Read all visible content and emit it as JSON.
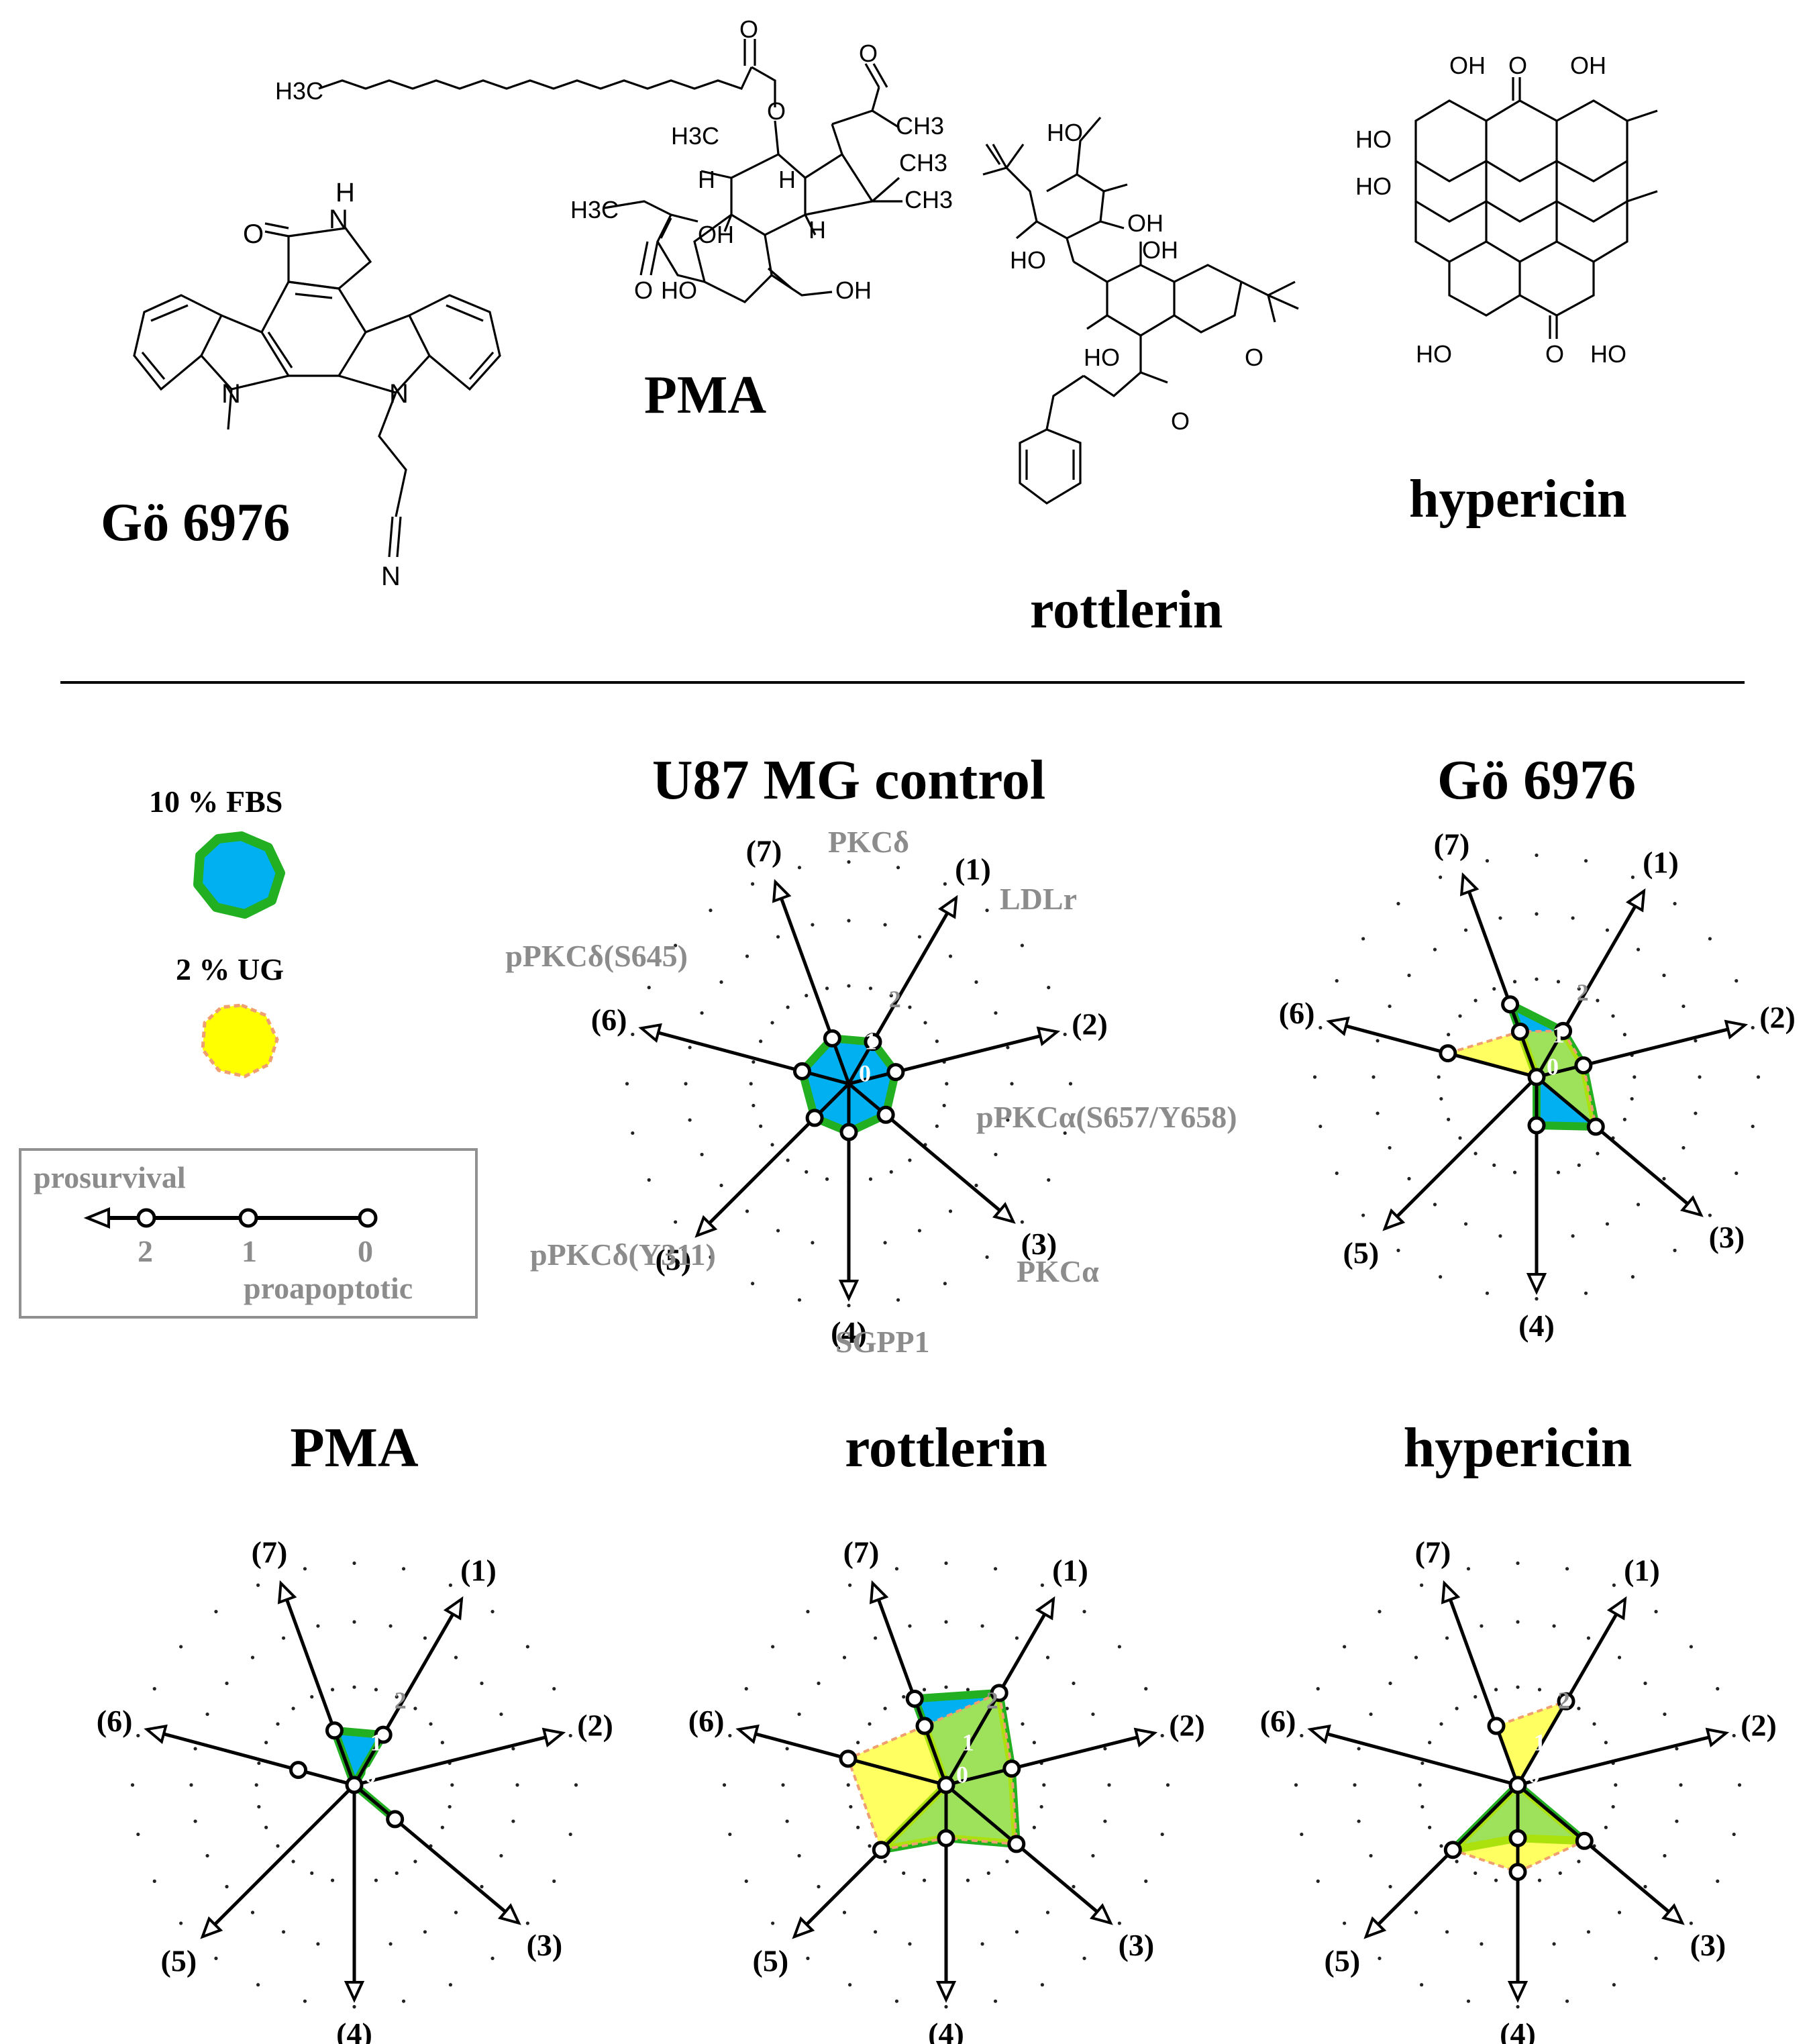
{
  "molecules": {
    "go6976": {
      "name": "Gö 6976"
    },
    "pma": {
      "name": "PMA"
    },
    "rottlerin": {
      "name": "rottlerin"
    },
    "hypericin": {
      "name": "hypericin"
    }
  },
  "atom_labels": {
    "go6976": [
      "H",
      "N",
      "O",
      "N",
      "N",
      "N"
    ],
    "pma": [
      "H3C",
      "O",
      "O",
      "O",
      "CH3",
      "H3C",
      "CH3",
      "CH3",
      "H",
      "H",
      "H3C",
      "OH",
      "H",
      "O",
      "HO",
      "OH"
    ],
    "rottlerin": [
      "HO",
      "OH",
      "HO",
      "OH",
      "HO",
      "O",
      "O"
    ],
    "hypericin": [
      "OH",
      "O",
      "OH",
      "HO",
      "HO",
      "HO",
      "O",
      "HO"
    ]
  },
  "legend": {
    "fbs_label": "10 % FBS",
    "ug_label": "2 % UG",
    "scale": {
      "prosurvival": "prosurvival",
      "proapoptotic": "proapoptotic",
      "ticks": [
        "2",
        "1",
        "0"
      ]
    }
  },
  "axes": {
    "numbers": [
      "(1)",
      "(2)",
      "(3)",
      "(4)",
      "(5)",
      "(6)",
      "(7)"
    ],
    "names": [
      "LDLr",
      "pPKCα(S657/Y658)",
      "PKCα",
      "SGPP1",
      "pPKCδ(Y311)",
      "pPKCδ(S645)",
      "PKCδ"
    ],
    "scale_labels": [
      "0",
      "1",
      "2"
    ]
  },
  "colors": {
    "fbs_fill": "#00b0f0",
    "fbs_stroke": "#22b022",
    "ug_fill": "#ffff00",
    "ug_stroke": "#f0a070",
    "overlap_fill": "#55dd66"
  },
  "chart_data": [
    {
      "type": "radar",
      "title": "U87 MG control",
      "axes": [
        "LDLr",
        "pPKCα(S657/Y658)",
        "PKCα",
        "SGPP1",
        "pPKCδ(Y311)",
        "pPKCδ(S645)",
        "PKCδ"
      ],
      "series": [
        {
          "name": "10 % FBS",
          "values": [
            1,
            1,
            1,
            1,
            1,
            1,
            1
          ]
        }
      ]
    },
    {
      "type": "radar",
      "title": "Gö 6976",
      "axes": [
        "LDLr",
        "pPKCα(S657/Y658)",
        "PKCα",
        "SGPP1",
        "pPKCδ(Y311)",
        "pPKCδ(S645)",
        "PKCδ"
      ],
      "series": [
        {
          "name": "10 % FBS",
          "values": [
            1.1,
            1.0,
            1.6,
            1.0,
            0,
            0,
            1.6
          ]
        },
        {
          "name": "2 % UG",
          "values": [
            1.1,
            1.0,
            1.6,
            0,
            0,
            1.9,
            1.0
          ]
        }
      ]
    },
    {
      "type": "radar",
      "title": "PMA",
      "axes": [
        "LDLr",
        "pPKCα(S657/Y658)",
        "PKCα",
        "SGPP1",
        "pPKCδ(Y311)",
        "pPKCδ(S645)",
        "PKCδ"
      ],
      "series": [
        {
          "name": "10 % FBS",
          "values": [
            1.2,
            0,
            1.1,
            0,
            0,
            0,
            1.2
          ]
        },
        {
          "name": "2 % UG",
          "values": [
            0,
            0,
            1.1,
            0,
            0,
            1.2,
            0
          ]
        }
      ]
    },
    {
      "type": "radar",
      "title": "rottlerin",
      "axes": [
        "LDLr",
        "pPKCα(S657/Y658)",
        "PKCα",
        "SGPP1",
        "pPKCδ(Y311)",
        "pPKCδ(S645)",
        "PKCδ"
      ],
      "series": [
        {
          "name": "10 % FBS",
          "values": [
            2.2,
            1.4,
            1.9,
            1.1,
            1.9,
            0,
            1.9
          ]
        },
        {
          "name": "2 % UG",
          "values": [
            2.2,
            1.4,
            1.9,
            1.1,
            1.9,
            2.1,
            1.3
          ]
        }
      ]
    },
    {
      "type": "radar",
      "title": "hypericin",
      "axes": [
        "LDLr",
        "pPKCα(S657/Y658)",
        "PKCα",
        "SGPP1",
        "pPKCδ(Y311)",
        "pPKCδ(S645)",
        "PKCδ"
      ],
      "series": [
        {
          "name": "10 % FBS",
          "values": [
            0,
            0,
            1.8,
            1.1,
            1.9,
            0,
            0
          ]
        },
        {
          "name": "2 % UG",
          "values": [
            2.0,
            0,
            1.8,
            1.8,
            1.9,
            0,
            1.3
          ]
        }
      ]
    }
  ]
}
